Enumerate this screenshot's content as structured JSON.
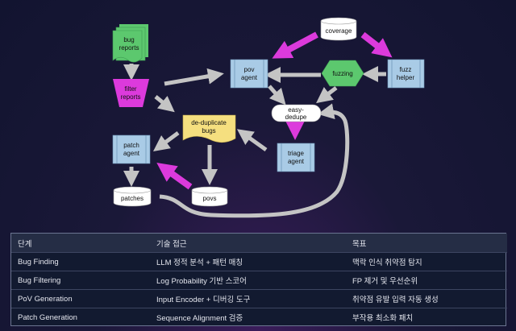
{
  "diagram": {
    "bug_reports": [
      "bug",
      "reports"
    ],
    "filter_reports": [
      "filter",
      "reports"
    ],
    "pov_agent": [
      "pov",
      "agent"
    ],
    "coverage": "coverage",
    "fuzzing": "fuzzing",
    "fuzz_helper": [
      "fuzz",
      "helper"
    ],
    "easy_dedupe": [
      "easy-",
      "dedupe"
    ],
    "de_duplicate_bugs": [
      "de-duplicate",
      "bugs"
    ],
    "patch_agent": [
      "patch",
      "agent"
    ],
    "triage_agent": [
      "triage",
      "agent"
    ],
    "patches": "patches",
    "povs": "povs",
    "colors": {
      "green": "#5cc86e",
      "blue": "#a9cbe6",
      "yellow": "#f5df7f",
      "magenta": "#dc3adc",
      "gray_arrow": "#c4c4c4"
    }
  },
  "table": {
    "headers": [
      "단계",
      "기술 접근",
      "목표"
    ],
    "rows": [
      [
        "Bug Finding",
        "LLM 정적 분석 + 패턴 매칭",
        "맥락 인식 취약점 탐지"
      ],
      [
        "Bug Filtering",
        "Log Probability 기반 스코어",
        "FP 제거 및 우선순위"
      ],
      [
        "PoV Generation",
        "Input Encoder + 디버깅 도구",
        "취약점 유발 입력 자동 생성"
      ],
      [
        "Patch Generation",
        "Sequence Alignment 검증",
        "부작용 최소화 패치"
      ]
    ]
  }
}
